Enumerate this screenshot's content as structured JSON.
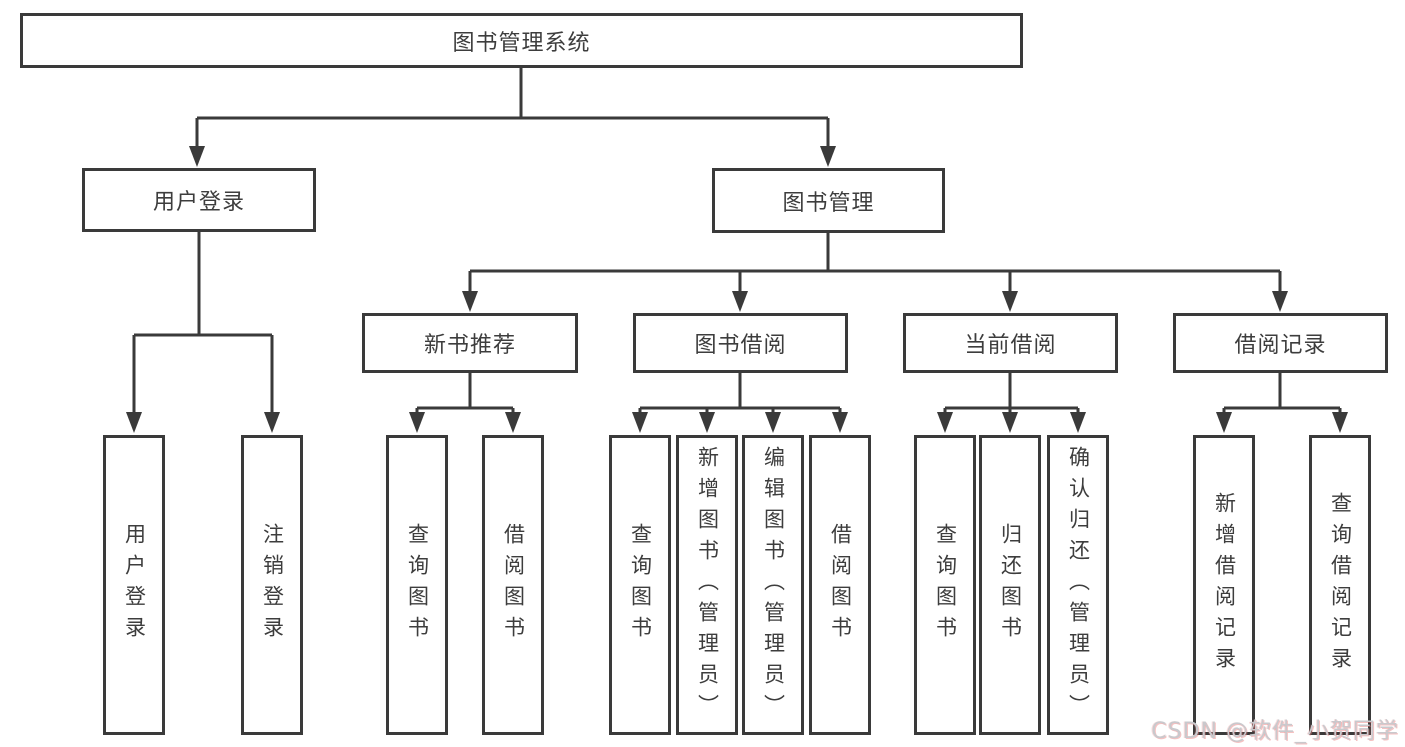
{
  "tree": {
    "label": "图书管理系统",
    "children": [
      {
        "label": "用户登录",
        "children": [
          {
            "label": "用户登录"
          },
          {
            "label": "注销登录"
          }
        ]
      },
      {
        "label": "图书管理",
        "children": [
          {
            "label": "新书推荐",
            "children": [
              {
                "label": "查询图书"
              },
              {
                "label": "借阅图书"
              }
            ]
          },
          {
            "label": "图书借阅",
            "children": [
              {
                "label": "查询图书"
              },
              {
                "label": "新增图书（管理员）"
              },
              {
                "label": "编辑图书（管理员）"
              },
              {
                "label": "借阅图书"
              }
            ]
          },
          {
            "label": "当前借阅",
            "children": [
              {
                "label": "查询图书"
              },
              {
                "label": "归还图书"
              },
              {
                "label": "确认归还（管理员）"
              }
            ]
          },
          {
            "label": "借阅记录",
            "children": [
              {
                "label": "新增借阅记录"
              },
              {
                "label": "查询借阅记录"
              }
            ]
          }
        ]
      }
    ]
  },
  "watermark": {
    "text": "CSDN @软件_小贺同学"
  },
  "colors": {
    "line": "#3a3a3a",
    "box_border": "#3a3a3a",
    "text": "#3d3d3d",
    "watermark": "#c9c9cd",
    "watermark_accent": "#e97878",
    "background": "#ffffff"
  }
}
